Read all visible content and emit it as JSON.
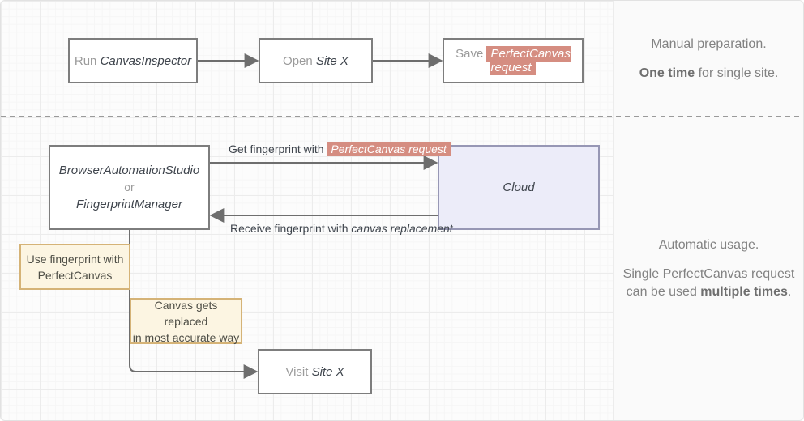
{
  "colors": {
    "highlight_bg": "#d58d81",
    "highlight_text": "#ffffff",
    "cloud_bg": "#ececf9",
    "cloud_border": "#9797b5",
    "node_border": "#7d7d7d",
    "note_bg": "#fcf5e2",
    "note_border": "#d5b377",
    "arrow": "#6e6e6e",
    "grid_line": "#ececec"
  },
  "top_row": {
    "run": {
      "prefix": "Run ",
      "name": "CanvasInspector"
    },
    "open": {
      "prefix": "Open ",
      "name": "Site X"
    },
    "save": {
      "prefix": "Save ",
      "highlight": "PerfectCanvas request"
    }
  },
  "main": {
    "bas": {
      "line1": "BrowserAutomationStudio",
      "connector": "or",
      "line2": "FingerprintManager"
    },
    "cloud": {
      "name": "Cloud"
    },
    "visit": {
      "prefix": "Visit ",
      "name": "Site X"
    },
    "notes": {
      "use": {
        "line1": "Use fingerprint with",
        "line2": "PerfectCanvas"
      },
      "replaced": {
        "line1": "Canvas gets replaced",
        "line2": "in most accurate way"
      }
    },
    "edges": {
      "get": {
        "prefix": "Get fingerprint with ",
        "highlight": "PerfectCanvas request"
      },
      "receive": {
        "prefix": "Receive fingerprint with ",
        "emphasis": "canvas replacement"
      }
    }
  },
  "side_panel": {
    "manual": {
      "line1": "Manual preparation.",
      "line2_bold": "One time",
      "line2_rest": " for single site."
    },
    "automatic": {
      "line1": "Automatic usage.",
      "line2": "Single PerfectCanvas request",
      "line3_pre": "can be used ",
      "line3_bold": "multiple times",
      "line3_post": "."
    }
  }
}
